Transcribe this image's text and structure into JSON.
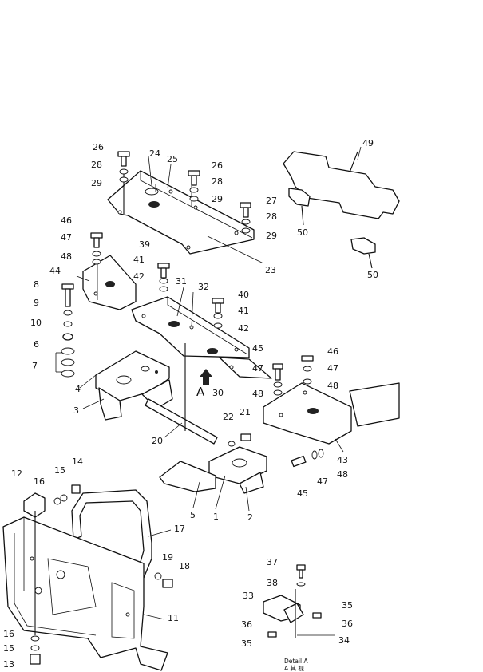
{
  "part_numbers": [
    {
      "id": "p49",
      "text": "49"
    },
    {
      "id": "p26a",
      "text": "26"
    },
    {
      "id": "p24",
      "text": "24"
    },
    {
      "id": "p25",
      "text": "25"
    },
    {
      "id": "p28a",
      "text": "28"
    },
    {
      "id": "p29a",
      "text": "29"
    },
    {
      "id": "p26b",
      "text": "26"
    },
    {
      "id": "p28b",
      "text": "28"
    },
    {
      "id": "p29b",
      "text": "29"
    },
    {
      "id": "p27",
      "text": "27"
    },
    {
      "id": "p28c",
      "text": "28"
    },
    {
      "id": "p29c",
      "text": "29"
    },
    {
      "id": "p50a",
      "text": "50"
    },
    {
      "id": "p50b",
      "text": "50"
    },
    {
      "id": "p46a",
      "text": "46"
    },
    {
      "id": "p47a",
      "text": "47"
    },
    {
      "id": "p48a",
      "text": "48"
    },
    {
      "id": "p44",
      "text": "44"
    },
    {
      "id": "p39",
      "text": "39"
    },
    {
      "id": "p41a",
      "text": "41"
    },
    {
      "id": "p42a",
      "text": "42"
    },
    {
      "id": "p31",
      "text": "31"
    },
    {
      "id": "p32",
      "text": "32"
    },
    {
      "id": "p23",
      "text": "23"
    },
    {
      "id": "p40",
      "text": "40"
    },
    {
      "id": "p41b",
      "text": "41"
    },
    {
      "id": "p42b",
      "text": "42"
    },
    {
      "id": "p8",
      "text": "8"
    },
    {
      "id": "p9",
      "text": "9"
    },
    {
      "id": "p10",
      "text": "10"
    },
    {
      "id": "p6",
      "text": "6"
    },
    {
      "id": "p7",
      "text": "7"
    },
    {
      "id": "p4",
      "text": "4"
    },
    {
      "id": "p3",
      "text": "3"
    },
    {
      "id": "p45a",
      "text": "45"
    },
    {
      "id": "p47b",
      "text": "47"
    },
    {
      "id": "p48b",
      "text": "48"
    },
    {
      "id": "p46b",
      "text": "46"
    },
    {
      "id": "p47c",
      "text": "47"
    },
    {
      "id": "p48c",
      "text": "48"
    },
    {
      "id": "p30",
      "text": "30"
    },
    {
      "id": "pA",
      "text": "A"
    },
    {
      "id": "p20",
      "text": "20"
    },
    {
      "id": "p22",
      "text": "22"
    },
    {
      "id": "p21",
      "text": "21"
    },
    {
      "id": "p43",
      "text": "43"
    },
    {
      "id": "p47d",
      "text": "47"
    },
    {
      "id": "p48d",
      "text": "48"
    },
    {
      "id": "p45b",
      "text": "45"
    },
    {
      "id": "p5",
      "text": "5"
    },
    {
      "id": "p1",
      "text": "1"
    },
    {
      "id": "p2",
      "text": "2"
    },
    {
      "id": "p12",
      "text": "12"
    },
    {
      "id": "p16a",
      "text": "16"
    },
    {
      "id": "p15a",
      "text": "15"
    },
    {
      "id": "p14",
      "text": "14"
    },
    {
      "id": "p17",
      "text": "17"
    },
    {
      "id": "p19",
      "text": "19"
    },
    {
      "id": "p18",
      "text": "18"
    },
    {
      "id": "p11",
      "text": "11"
    },
    {
      "id": "p16b",
      "text": "16"
    },
    {
      "id": "p15b",
      "text": "15"
    },
    {
      "id": "p13",
      "text": "13"
    },
    {
      "id": "p37",
      "text": "37"
    },
    {
      "id": "p38",
      "text": "38"
    },
    {
      "id": "p33",
      "text": "33"
    },
    {
      "id": "p35a",
      "text": "35"
    },
    {
      "id": "p36a",
      "text": "36"
    },
    {
      "id": "p36b",
      "text": "36"
    },
    {
      "id": "p35b",
      "text": "35"
    },
    {
      "id": "p34",
      "text": "34"
    }
  ],
  "detail": {
    "title": "Detail A",
    "subtitle": "A 其 视"
  }
}
